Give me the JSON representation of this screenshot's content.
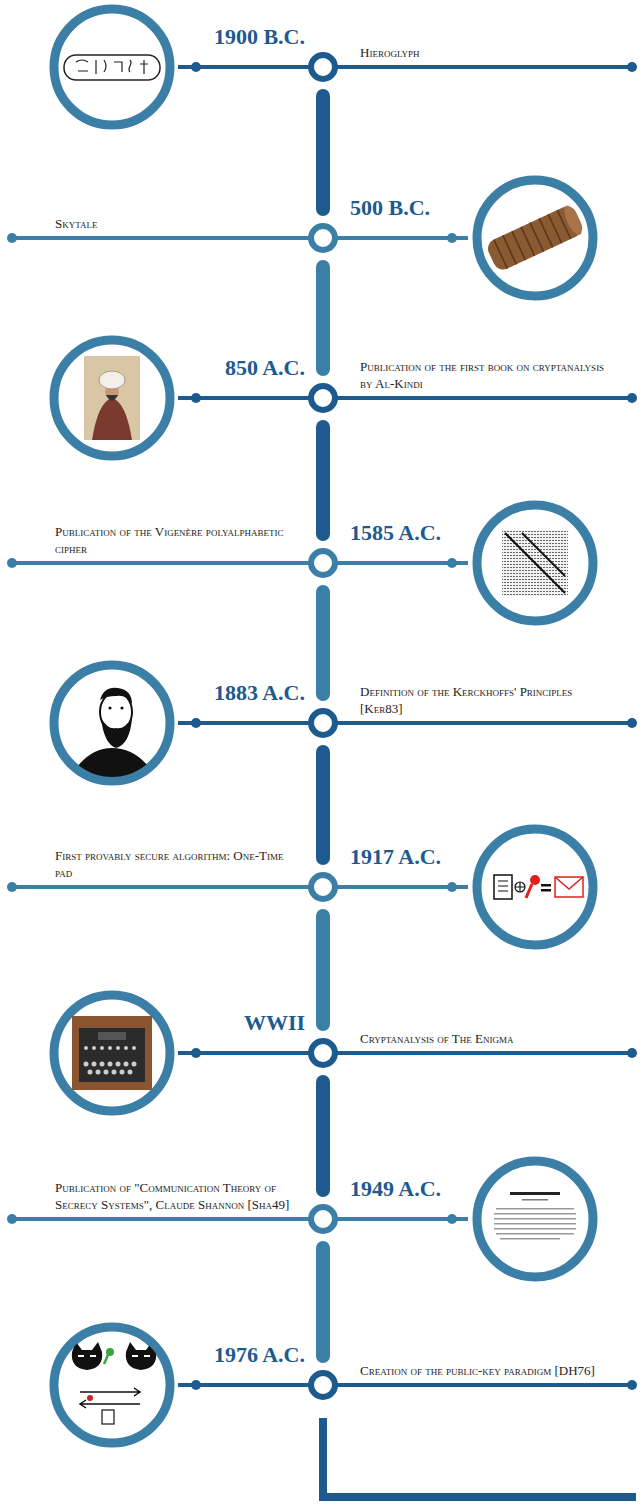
{
  "diagram": {
    "nodes": [
      {
        "text": [
          "1900 B.C.",
          "Hieroglyph"
        ]
      },
      {
        "text": [
          "500 B.C.",
          "Skytale"
        ]
      },
      {
        "text": [
          "850 A.C.",
          "Publication of the first book on cryptanalysis by Al-Kindi"
        ]
      },
      {
        "text": [
          "1585 A.C.",
          "Publication of the Vigenère polyalphabetic cipher"
        ]
      },
      {
        "text": [
          "1883 A.C.",
          "Definition of the Kerckhoffs' Principles [Ker83]"
        ]
      },
      {
        "text": [
          "1917 A.C.",
          "First provably secure algorithm: One-Time pad"
        ]
      },
      {
        "text": [
          "WWII",
          "Cryptanalysis of The Enigma"
        ]
      },
      {
        "text": [
          "1949 A.C.",
          "Publication of \"Communication Theory of Secrecy Systems\", Claude Shannon [Sha49]"
        ]
      },
      {
        "text": [
          "1976 A.C.",
          "Creation of the public-key paradigm [DH76]"
        ]
      }
    ],
    "edges": [
      {
        "from": 0,
        "to": 1,
        "arrow": "none"
      },
      {
        "from": 1,
        "to": 2,
        "arrow": "none"
      },
      {
        "from": 2,
        "to": 3,
        "arrow": "none"
      },
      {
        "from": 3,
        "to": 4,
        "arrow": "none"
      },
      {
        "from": 4,
        "to": 5,
        "arrow": "none"
      },
      {
        "from": 5,
        "to": 6,
        "arrow": "none"
      },
      {
        "from": 6,
        "to": 7,
        "arrow": "none"
      },
      {
        "from": 7,
        "to": 8,
        "arrow": "none"
      }
    ]
  }
}
